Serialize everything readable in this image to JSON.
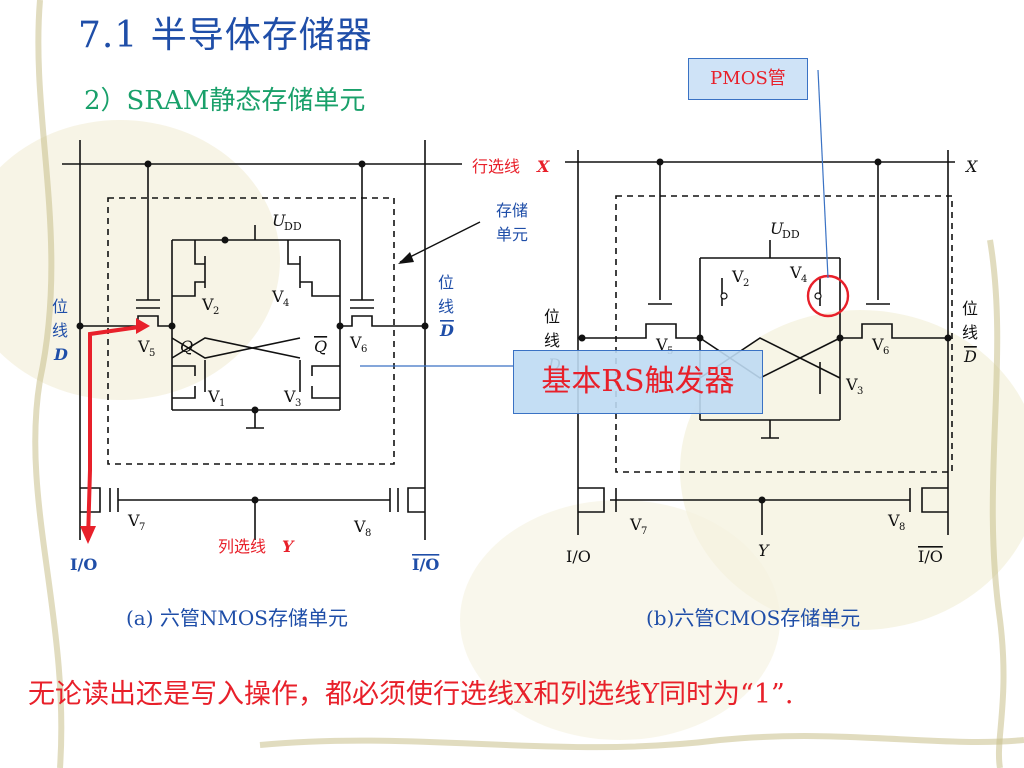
{
  "slide": {
    "title": "7.1 半导体存储器",
    "subtitle": "2）SRAM静态存储单元",
    "note": "无论读出还是写入操作，都必须使行选线X和列选线Y同时为“1”.",
    "caption_a": "(a) 六管NMOS存储单元",
    "caption_b": "(b)六管CMOS存储单元",
    "callout_pmos": "PMOS管",
    "callout_rs": "基本RS触发器"
  },
  "circuit_a": {
    "row_select": "行选线",
    "row_var": "X",
    "storage_cell_l1": "存储",
    "storage_cell_l2": "单元",
    "udd": "U",
    "udd_sub": "DD",
    "bitline_l1": "位",
    "bitline_l2": "线",
    "bitline_d": "D",
    "bitline_dbar": "D",
    "q": "Q",
    "qbar": "Q",
    "v1": "V",
    "v1s": "1",
    "v2": "V",
    "v2s": "2",
    "v3": "V",
    "v3s": "3",
    "v4": "V",
    "v4s": "4",
    "v5": "V",
    "v5s": "5",
    "v6": "V",
    "v6s": "6",
    "v7": "V",
    "v7s": "7",
    "v8": "V",
    "v8s": "8",
    "col_select": "列选线",
    "col_var": "Y",
    "io": "I/O",
    "iobar": "I/O"
  },
  "circuit_b": {
    "row_var": "X",
    "udd": "U",
    "udd_sub": "DD",
    "bitline_l1": "位",
    "bitline_l2": "线",
    "bitline_d": "D",
    "bitline_dbar": "D",
    "v2": "V",
    "v2s": "2",
    "v3": "V",
    "v3s": "3",
    "v4": "V",
    "v4s": "4",
    "v5": "V",
    "v5s": "5",
    "v6": "V",
    "v6s": "6",
    "v7": "V",
    "v7s": "7",
    "v8": "V",
    "v8s": "8",
    "col_var": "Y",
    "io": "I/O",
    "iobar": "I/O"
  },
  "colors": {
    "title": "#1f4ea8",
    "subtitle": "#19a06a",
    "accent_red": "#e8202a",
    "callout_fill": "#cfe3f7"
  }
}
